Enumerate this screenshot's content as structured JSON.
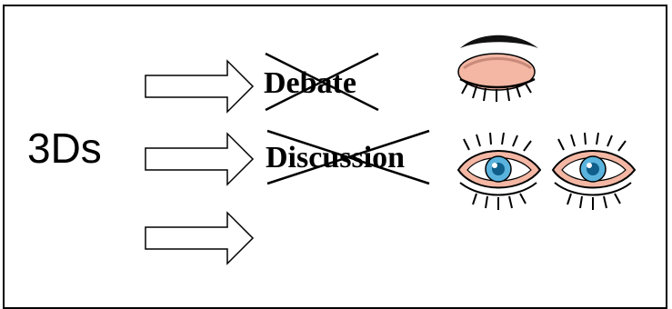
{
  "slide": {
    "title": "3Ds",
    "items": [
      {
        "word": "Debate",
        "crossed": true,
        "eyes": "closed"
      },
      {
        "word": "Discussion",
        "crossed": true,
        "eyes": "open-pair"
      },
      {
        "word": "",
        "crossed": false,
        "eyes": "none"
      }
    ]
  },
  "colors": {
    "ink": "#000000",
    "skin": "#f3b7a4",
    "iris": "#59b3dd",
    "pupil": "#0f5f8a"
  },
  "icons": [
    "right-arrow-outline",
    "closed-eye-icon",
    "open-eye-icon"
  ]
}
